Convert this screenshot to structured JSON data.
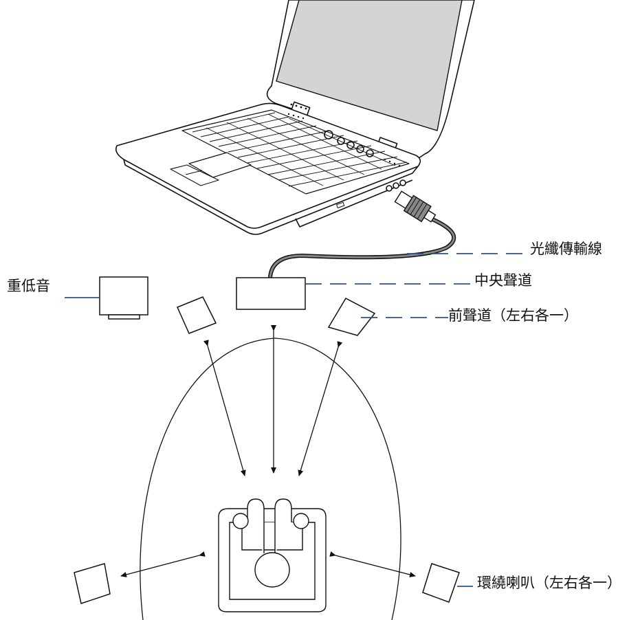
{
  "labels": {
    "optical_cable": "光纖傳輸線",
    "center_channel": "中央聲道",
    "front_channel": "前聲道（左右各一）",
    "subwoofer": "重低音",
    "surround_speakers": "環繞喇叭（左右各一）"
  },
  "colors": {
    "leader_line": "#2f4f8f",
    "outline": "#111111",
    "screen": "#d4d4d4",
    "cable": "#555555"
  }
}
